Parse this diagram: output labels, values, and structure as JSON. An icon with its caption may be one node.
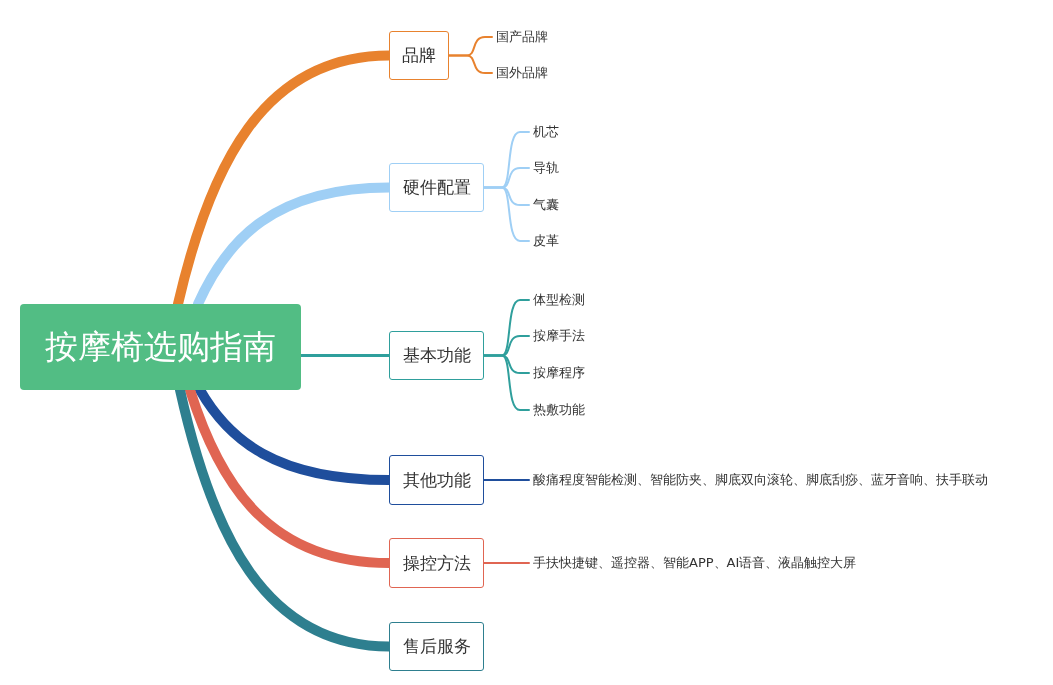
{
  "diagram": {
    "nodes": [
      {
        "text": [
          "按摩椅选购指南"
        ]
      },
      {
        "text": [
          "品牌"
        ]
      },
      {
        "text": [
          "国产品牌"
        ]
      },
      {
        "text": [
          "国外品牌"
        ]
      },
      {
        "text": [
          "硬件配置"
        ]
      },
      {
        "text": [
          "机芯"
        ]
      },
      {
        "text": [
          "导轨"
        ]
      },
      {
        "text": [
          "气囊"
        ]
      },
      {
        "text": [
          "皮革"
        ]
      },
      {
        "text": [
          "基本功能"
        ]
      },
      {
        "text": [
          "体型检测"
        ]
      },
      {
        "text": [
          "按摩手法"
        ]
      },
      {
        "text": [
          "按摩程序"
        ]
      },
      {
        "text": [
          "热敷功能"
        ]
      },
      {
        "text": [
          "其他功能"
        ]
      },
      {
        "text": [
          "酸痛程度智能检测、智能防夹、脚底双向滚轮、脚底刮痧、蓝牙音响、扶手联动"
        ]
      },
      {
        "text": [
          "操控方法"
        ]
      },
      {
        "text": [
          "手扶快捷键、遥控器、智能APP、AI语音、液晶触控大屏"
        ]
      },
      {
        "text": [
          "售后服务"
        ]
      }
    ],
    "edges": [
      {
        "from": 0,
        "to": 1,
        "arrow": "none",
        "style": "thick",
        "color": "#e8822e"
      },
      {
        "from": 1,
        "to": 2,
        "arrow": "none",
        "color": "#e8822e"
      },
      {
        "from": 1,
        "to": 3,
        "arrow": "none",
        "color": "#e8822e"
      },
      {
        "from": 0,
        "to": 4,
        "arrow": "none",
        "style": "thick",
        "color": "#9fcff5"
      },
      {
        "from": 4,
        "to": 5,
        "arrow": "none",
        "color": "#9fcff5"
      },
      {
        "from": 4,
        "to": 6,
        "arrow": "none",
        "color": "#9fcff5"
      },
      {
        "from": 4,
        "to": 7,
        "arrow": "none",
        "color": "#9fcff5"
      },
      {
        "from": 4,
        "to": 8,
        "arrow": "none",
        "color": "#9fcff5"
      },
      {
        "from": 0,
        "to": 9,
        "arrow": "none",
        "color": "#2f9f9c"
      },
      {
        "from": 9,
        "to": 10,
        "arrow": "none",
        "color": "#2f9f9c"
      },
      {
        "from": 9,
        "to": 11,
        "arrow": "none",
        "color": "#2f9f9c"
      },
      {
        "from": 9,
        "to": 12,
        "arrow": "none",
        "color": "#2f9f9c"
      },
      {
        "from": 9,
        "to": 13,
        "arrow": "none",
        "color": "#2f9f9c"
      },
      {
        "from": 0,
        "to": 14,
        "arrow": "none",
        "style": "thick",
        "color": "#1f4e9c"
      },
      {
        "from": 14,
        "to": 15,
        "arrow": "none",
        "color": "#1f4e9c"
      },
      {
        "from": 0,
        "to": 16,
        "arrow": "none",
        "style": "thick",
        "color": "#e06552"
      },
      {
        "from": 16,
        "to": 17,
        "arrow": "none",
        "color": "#e06552"
      },
      {
        "from": 0,
        "to": 18,
        "arrow": "none",
        "style": "thick",
        "color": "#2e7f8f"
      }
    ]
  }
}
